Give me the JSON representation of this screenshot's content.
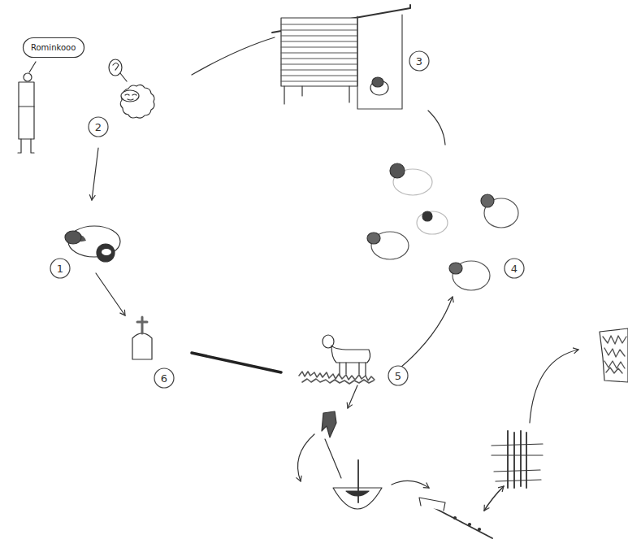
{
  "diagram": {
    "nodes": [
      {
        "text": [
          "Rominkooo"
        ]
      }
    ],
    "labels": [
      "3",
      "2",
      "1",
      "4",
      "5",
      "6"
    ]
  }
}
